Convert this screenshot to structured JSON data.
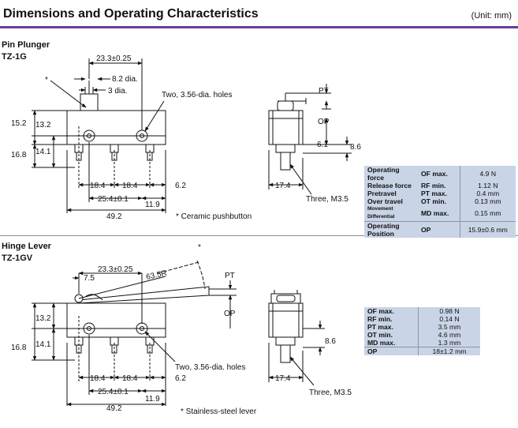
{
  "header": {
    "title": "Dimensions and Operating Characteristics",
    "unit": "(Unit: mm)"
  },
  "section1": {
    "name": "Pin Plunger",
    "model": "TZ-1G",
    "note": "* Ceramic pushbutton",
    "dims": {
      "d_23_3": "23.3±0.25",
      "d_8_2": "8.2 dia.",
      "d_3": "3 dia.",
      "asterisk": "*",
      "holes": "Two, 3.56-dia. holes",
      "d_15_2": "15.2",
      "d_13_2": "13.2",
      "d_16_8": "16.8",
      "d_14_1": "14.1",
      "d_18_4a": "18.4",
      "d_18_4b": "18.4",
      "d_6_2": "6.2",
      "d_25_4": "25.4±0.1",
      "d_11_9": "11.9",
      "d_49_2": "49.2",
      "pt": "PT",
      "op": "OP",
      "d_6_1": "6.1",
      "d_8_6": "8.6",
      "d_17_4": "17.4",
      "three": "Three, M3.5"
    },
    "specs": [
      {
        "label": "Operating force",
        "code": "OF max.",
        "value": "4.9 N"
      },
      {
        "label": "Release force",
        "code": "RF min.",
        "value": "1.12 N"
      },
      {
        "label": "Pretravel",
        "code": "PT max.",
        "value": "0.4 mm"
      },
      {
        "label": "Over travel",
        "code": "OT min.",
        "value": "0.13 mm"
      },
      {
        "label": "Movement Differential",
        "code": "MD max.",
        "value": "0.15 mm"
      },
      {
        "label": "Operating Position",
        "code": "OP",
        "value": "15.9±0.6 mm"
      }
    ]
  },
  "section2": {
    "name": "Hinge Lever",
    "model": "TZ-1GV",
    "note": "* Stainless-steel lever",
    "dims": {
      "d_7_5": "7.5",
      "d_23_3": "23.3±0.25",
      "d_63_5r": "63.5R",
      "asterisk": "*",
      "pt": "PT",
      "op": "OP",
      "d_13_2": "13.2",
      "d_16_8": "16.8",
      "d_14_1": "14.1",
      "holes": "Two, 3.56-dia. holes",
      "d_18_4a": "18.4",
      "d_18_4b": "18.4",
      "d_6_2": "6.2",
      "d_25_4": "25.4±0.1",
      "d_11_9": "11.9",
      "d_49_2": "49.2",
      "d_8_6": "8.6",
      "d_17_4": "17.4",
      "three": "Three, M3.5"
    },
    "specs": [
      {
        "code": "OF max.",
        "value": "0.98 N"
      },
      {
        "code": "RF min.",
        "value": "0.14 N"
      },
      {
        "code": "PT max.",
        "value": "3.5 mm"
      },
      {
        "code": "OT min.",
        "value": "4.6 mm"
      },
      {
        "code": "MD max.",
        "value": "1.3 mm"
      },
      {
        "code": "OP",
        "value": "18±1.2 mm"
      }
    ]
  }
}
